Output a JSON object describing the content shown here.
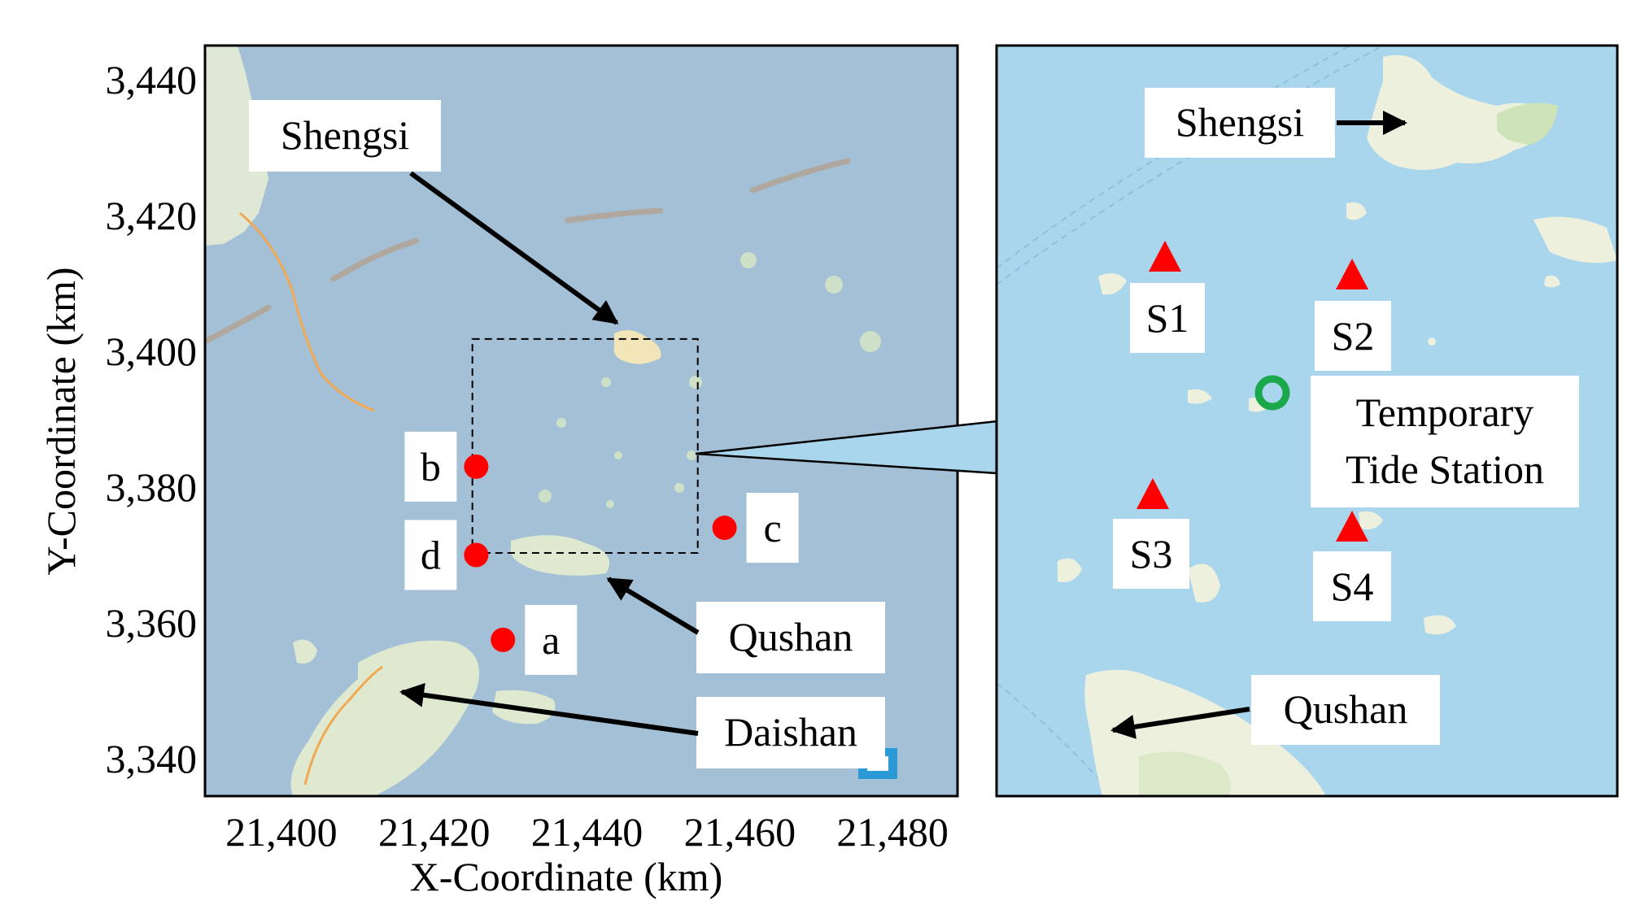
{
  "left_map": {
    "y_axis_label": "Y-Coordinate (km)",
    "x_axis_label": "X-Coordinate (km)",
    "y_ticks": [
      {
        "value": 3440,
        "label": "3,440"
      },
      {
        "value": 3420,
        "label": "3,420"
      },
      {
        "value": 3400,
        "label": "3,400"
      },
      {
        "value": 3380,
        "label": "3,380"
      },
      {
        "value": 3360,
        "label": "3,360"
      },
      {
        "value": 3340,
        "label": "3,340"
      }
    ],
    "x_ticks": [
      {
        "value": 21400,
        "label": "21,400"
      },
      {
        "value": 21420,
        "label": "21,420"
      },
      {
        "value": 21440,
        "label": "21,440"
      },
      {
        "value": 21460,
        "label": "21,460"
      },
      {
        "value": 21480,
        "label": "21,480"
      }
    ],
    "x_range": [
      21390,
      21488.5
    ],
    "y_range": [
      3334.5,
      3445
    ],
    "points": [
      {
        "label": "a",
        "x": 21429,
        "y": 3357.5
      },
      {
        "label": "b",
        "x": 21425.5,
        "y": 3383
      },
      {
        "label": "c",
        "x": 21458,
        "y": 3374
      },
      {
        "label": "d",
        "x": 21425.5,
        "y": 3370
      }
    ],
    "place_labels": {
      "shengsi": "Shengsi",
      "qushan": "Qushan",
      "daishan": "Daishan"
    },
    "inset_box_x": [
      21425,
      21454.5
    ],
    "inset_box_y": [
      3370.3,
      3401.8
    ]
  },
  "right_map": {
    "place_labels": {
      "shengsi": "Shengsi",
      "qushan": "Qushan"
    },
    "stations": [
      "S1",
      "S2",
      "S3",
      "S4"
    ],
    "tide_station_line1": "Temporary",
    "tide_station_line2": "Tide Station"
  },
  "colors": {
    "left_sea": "#a3c0d6",
    "right_sea": "#a9d6ec",
    "land": "#eef0de",
    "marker_red": "#ff0000",
    "tide_green": "#1aa84b",
    "road": "#f0a952"
  }
}
